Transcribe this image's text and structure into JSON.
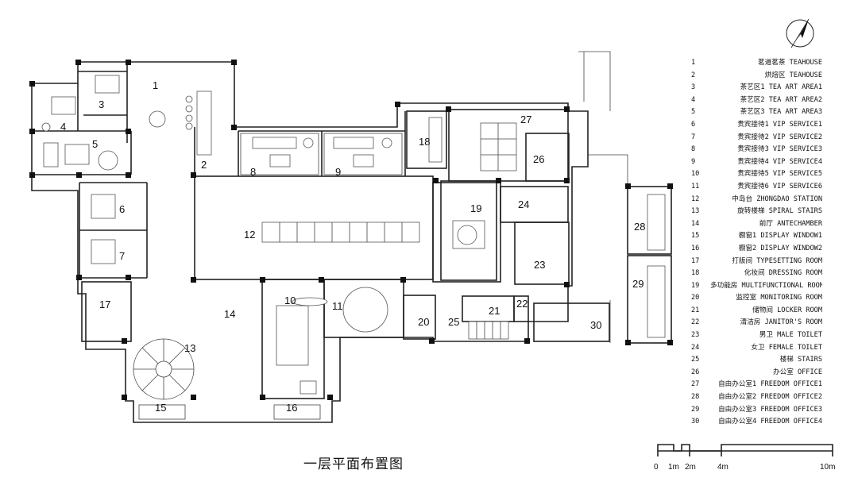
{
  "title": "一层平面布置图",
  "rooms": [
    {
      "num": "1",
      "label": "茗道茗茶 TEAHOUSE"
    },
    {
      "num": "2",
      "label": "烘焙区 TEAHOUSE"
    },
    {
      "num": "3",
      "label": "茶艺区1 TEA ART AREA1"
    },
    {
      "num": "4",
      "label": "茶艺区2 TEA ART AREA2"
    },
    {
      "num": "5",
      "label": "茶艺区3 TEA ART AREA3"
    },
    {
      "num": "6",
      "label": "贵宾接待1 VIP SERVICE1"
    },
    {
      "num": "7",
      "label": "贵宾接待2 VIP SERVICE2"
    },
    {
      "num": "8",
      "label": "贵宾接待3 VIP SERVICE3"
    },
    {
      "num": "9",
      "label": "贵宾接待4 VIP SERVICE4"
    },
    {
      "num": "10",
      "label": "贵宾接待5 VIP SERVICE5"
    },
    {
      "num": "11",
      "label": "贵宾接待6 VIP SERVICE6"
    },
    {
      "num": "12",
      "label": "中岛台 ZHONGDAO STATION"
    },
    {
      "num": "13",
      "label": "旋转楼梯 SPIRAL STAIRS"
    },
    {
      "num": "14",
      "label": "前厅 ANTECHAMBER"
    },
    {
      "num": "15",
      "label": "橱窗1 DISPLAY WINDOW1"
    },
    {
      "num": "16",
      "label": "橱窗2 DISPLAY WINDOW2"
    },
    {
      "num": "17",
      "label": "打版间 TYPESETTING ROOM"
    },
    {
      "num": "18",
      "label": "化妆间 DRESSING ROOM"
    },
    {
      "num": "19",
      "label": "多功能房 MULTIFUNCTIONAL ROOM"
    },
    {
      "num": "20",
      "label": "监控室 MONITORING ROOM"
    },
    {
      "num": "21",
      "label": "储物间 LOCKER ROOM"
    },
    {
      "num": "22",
      "label": "清洁房 JANITOR'S ROOM"
    },
    {
      "num": "23",
      "label": "男卫 MALE TOILET"
    },
    {
      "num": "24",
      "label": "女卫 FEMALE TOILET"
    },
    {
      "num": "25",
      "label": "楼梯 STAIRS"
    },
    {
      "num": "26",
      "label": "办公室 OFFICE"
    },
    {
      "num": "27",
      "label": "自由办公室1 FREEDOM OFFICE1"
    },
    {
      "num": "28",
      "label": "自由办公室2 FREEDOM OFFICE2"
    },
    {
      "num": "29",
      "label": "自由办公室3 FREEDOM OFFICE3"
    },
    {
      "num": "30",
      "label": "自由办公室4 FREEDOM OFFICE4"
    }
  ],
  "scale_bar": {
    "ticks": [
      "0",
      "1m",
      "2m",
      "4m",
      "10m"
    ]
  },
  "north_arrow_icon": "north-arrow-icon"
}
